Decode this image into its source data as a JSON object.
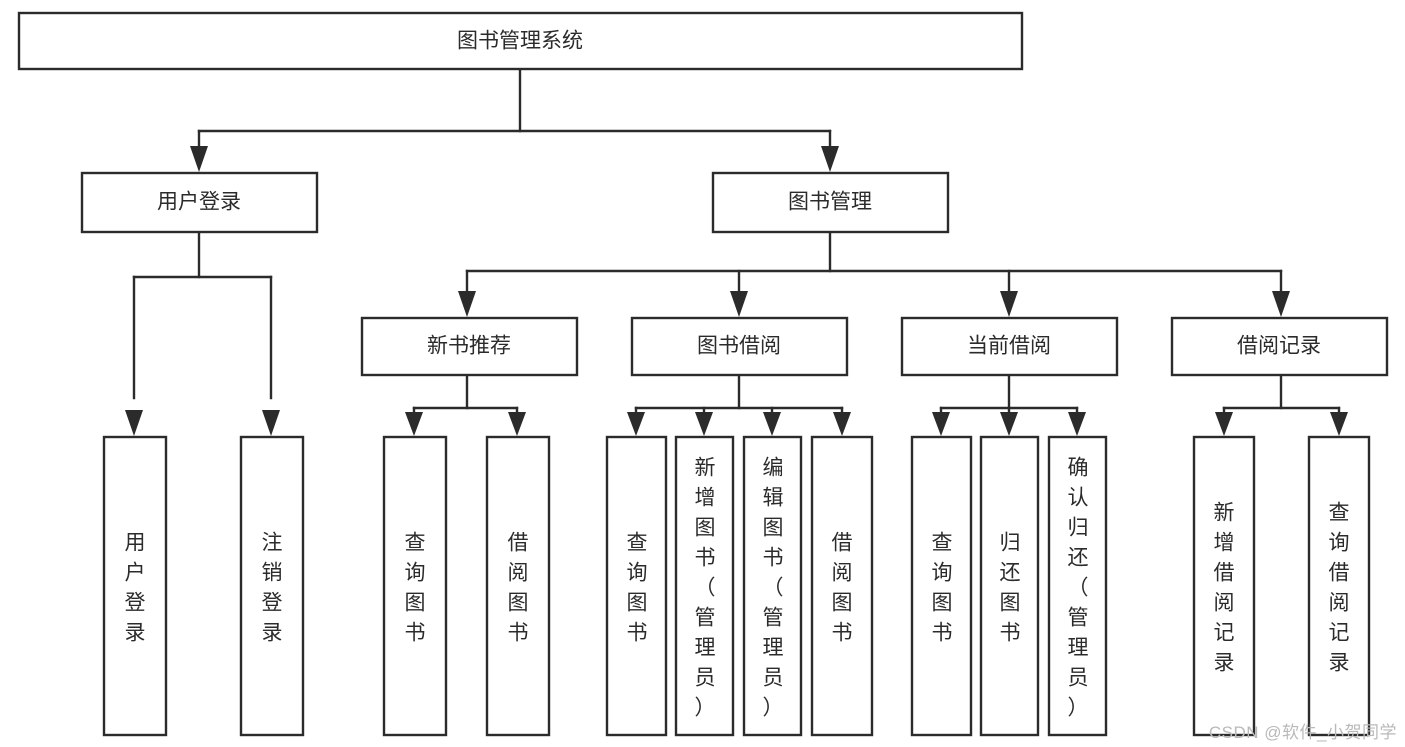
{
  "diagram": {
    "type": "tree-hierarchy-chart",
    "title": "图书管理系统",
    "orientation": "top-down",
    "colors": {
      "box_stroke": "#2b2b2b",
      "box_fill": "#ffffff",
      "line": "#2b2b2b",
      "background": "#ffffff",
      "watermark": "#b9b9b9"
    },
    "levels": [
      {
        "level": 1,
        "nodes": [
          {
            "id": "root",
            "label": "图书管理系统",
            "text_orientation": "horizontal"
          }
        ]
      },
      {
        "level": 2,
        "nodes": [
          {
            "id": "login",
            "label": "用户登录",
            "text_orientation": "horizontal",
            "parent": "root"
          },
          {
            "id": "bookmgmt",
            "label": "图书管理",
            "text_orientation": "horizontal",
            "parent": "root"
          }
        ]
      },
      {
        "level": 3,
        "nodes": [
          {
            "id": "newbook",
            "label": "新书推荐",
            "text_orientation": "horizontal",
            "parent": "bookmgmt"
          },
          {
            "id": "borrow",
            "label": "图书借阅",
            "text_orientation": "horizontal",
            "parent": "bookmgmt"
          },
          {
            "id": "current",
            "label": "当前借阅",
            "text_orientation": "horizontal",
            "parent": "bookmgmt"
          },
          {
            "id": "records",
            "label": "借阅记录",
            "text_orientation": "horizontal",
            "parent": "bookmgmt"
          }
        ]
      },
      {
        "level": 4,
        "nodes": [
          {
            "id": "leaf-1",
            "label": "用户登录",
            "text_orientation": "vertical",
            "parent": "login"
          },
          {
            "id": "leaf-2",
            "label": "注销登录",
            "text_orientation": "vertical",
            "parent": "login"
          },
          {
            "id": "leaf-3",
            "label": "查询图书",
            "text_orientation": "vertical",
            "parent": "newbook"
          },
          {
            "id": "leaf-4",
            "label": "借阅图书",
            "text_orientation": "vertical",
            "parent": "newbook"
          },
          {
            "id": "leaf-5",
            "label": "查询图书",
            "text_orientation": "vertical",
            "parent": "borrow"
          },
          {
            "id": "leaf-6",
            "label": "新增图书（管理员）",
            "text_orientation": "vertical",
            "parent": "borrow"
          },
          {
            "id": "leaf-7",
            "label": "编辑图书（管理员）",
            "text_orientation": "vertical",
            "parent": "borrow"
          },
          {
            "id": "leaf-8",
            "label": "借阅图书",
            "text_orientation": "vertical",
            "parent": "borrow"
          },
          {
            "id": "leaf-9",
            "label": "查询图书",
            "text_orientation": "vertical",
            "parent": "current"
          },
          {
            "id": "leaf-10",
            "label": "归还图书",
            "text_orientation": "vertical",
            "parent": "current"
          },
          {
            "id": "leaf-11",
            "label": "确认归还（管理员）",
            "text_orientation": "vertical",
            "parent": "current"
          },
          {
            "id": "leaf-12",
            "label": "新增借阅记录",
            "text_orientation": "vertical",
            "parent": "records"
          },
          {
            "id": "leaf-13",
            "label": "查询借阅记录",
            "text_orientation": "vertical",
            "parent": "records"
          }
        ]
      }
    ]
  },
  "watermark": {
    "text": "CSDN @软件_小贺同学"
  }
}
